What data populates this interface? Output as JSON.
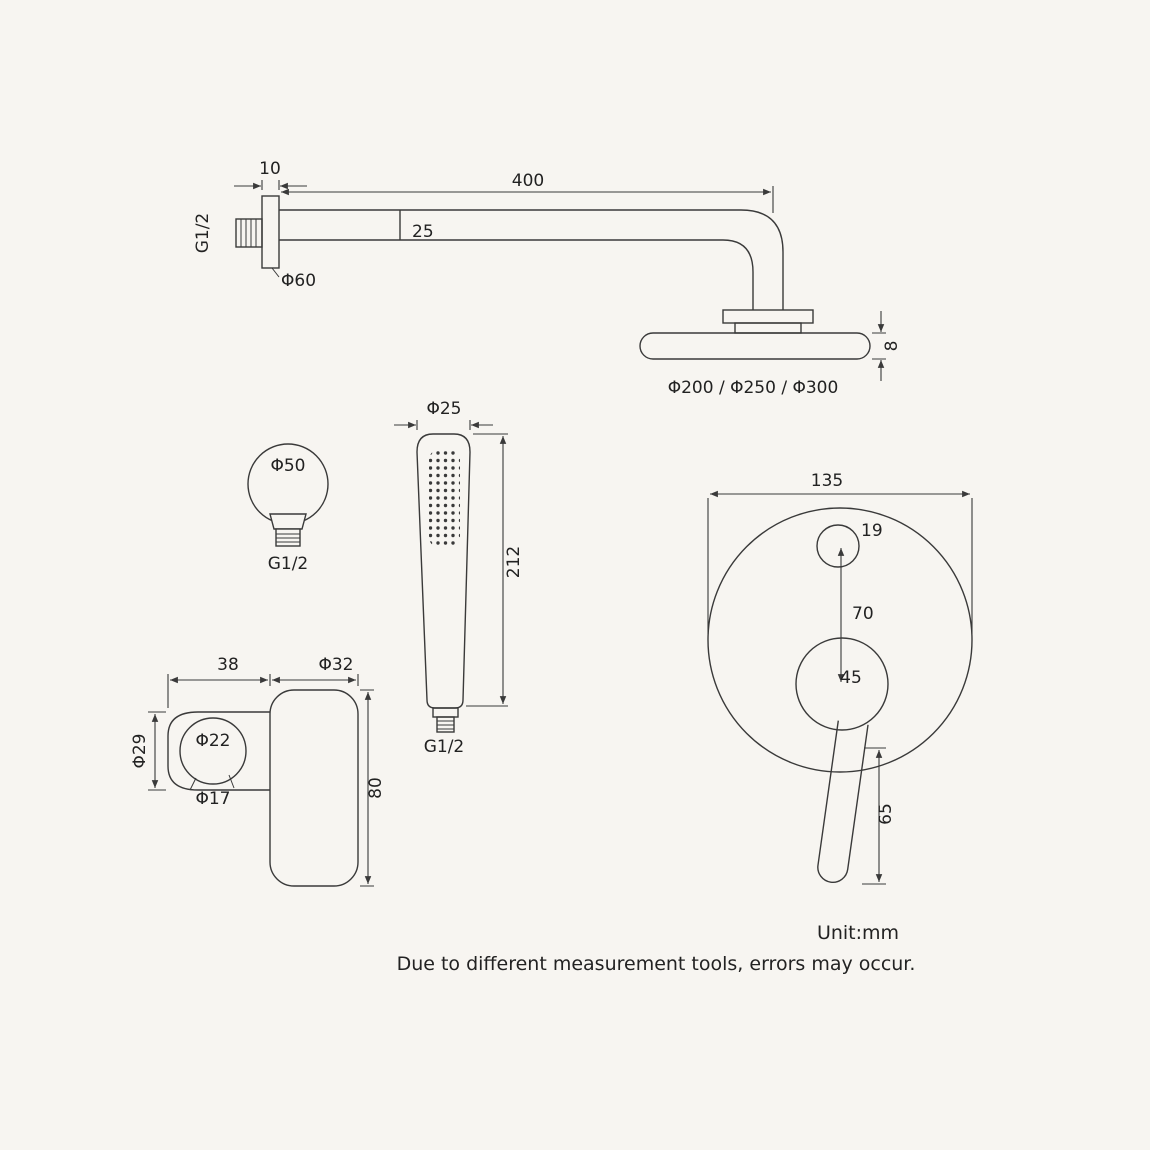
{
  "colors": {
    "background": "#f7f5f1",
    "line": "#3a3a3a",
    "text": "#222222"
  },
  "shower_arm": {
    "dim_wall_thickness": "10",
    "dim_arm_length": "400",
    "dim_arm_diameter": "25",
    "thread_label": "G1/2",
    "dim_flange_diameter": "Φ60",
    "dim_head_thickness": "8",
    "dim_head_diameters": "Φ200 / Φ250 / Φ300"
  },
  "wall_outlet": {
    "dim_diameter": "Φ50",
    "thread_label": "G1/2"
  },
  "hand_shower": {
    "dim_diameter": "Φ25",
    "dim_length": "212",
    "thread_label": "G1/2"
  },
  "bracket": {
    "dim_width": "38",
    "dim_body_diameter": "Φ32",
    "dim_clamp_height": "Φ29",
    "dim_ring_inner": "Φ22",
    "dim_opening": "Φ17",
    "dim_body_length": "80"
  },
  "mixer": {
    "dim_plate_diameter": "135",
    "dim_button_diameter": "19",
    "dim_center_spacing": "70",
    "dim_handle_base": "45",
    "dim_handle_length": "65"
  },
  "footer": {
    "unit_label": "Unit:mm",
    "disclaimer": "Due to different measurement tools, errors may occur."
  }
}
